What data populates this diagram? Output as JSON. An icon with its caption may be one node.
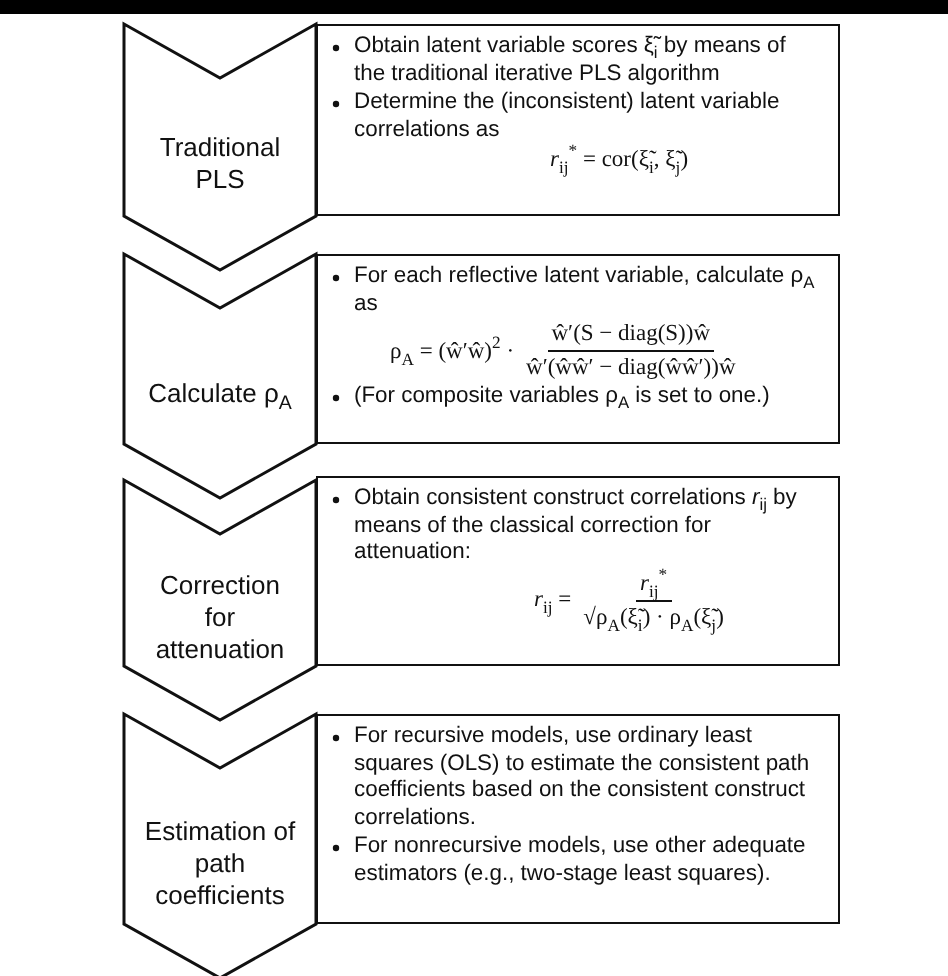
{
  "diagram": {
    "nodes": [
      {
        "text": [
          "Traditional PLS"
        ]
      },
      {
        "text": [
          "Obtain latent variable scores ξ̃$_{i}$ by means of the traditional iterative PLS algorithm",
          "Determine the (inconsistent) latent variable correlations as",
          "*r*$_{ij}$$^{*}$ = cor(ξ̃$_{i}$, ξ̃$_{j}$)"
        ]
      },
      {
        "text": [
          "Calculate ρ$_{A}$"
        ]
      },
      {
        "text": [
          "For each reflective latent variable, calculate ρ$_{A}$ as",
          "ρ$_{A}$ = (ŵ′ŵ)$^{2}$ ·",
          "ŵ′(S − diag(S))ŵ",
          "ŵ′(ŵŵ′ − diag(ŵŵ′))ŵ",
          "(For composite variables ρ$_{A}$ is set to one.)"
        ]
      },
      {
        "text": [
          "Correction for attenuation"
        ]
      },
      {
        "text": [
          "Obtain consistent construct correlations *r*$_{ij}$ by means of the classical correction for attenuation:",
          "*r*$_{ij}$ =",
          "*r*$_{ij}$$^{*}$",
          "√ρ$_{A}$(ξ̃$_{i}$) · ρ$_{A}$(ξ̃$_{j}$)"
        ]
      },
      {
        "text": [
          "Estimation of path coefficients"
        ]
      },
      {
        "text": [
          "For recursive models, use ordinary least squares (OLS) to estimate the consistent path coefficients based on the consistent construct correlations.",
          "For nonrecursive models, use other adequate estimators (e.g., two-stage least squares)."
        ]
      }
    ]
  }
}
